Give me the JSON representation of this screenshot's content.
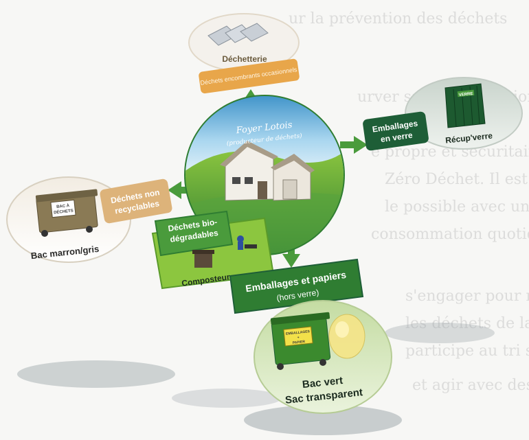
{
  "background_text": [
    "ur la prévention des déchets",
    "urver sa consommation",
    "é propre et sécuritaire grâce à la",
    "Zéro Déchet. Il est possible de",
    "le possible avec un compostage",
    "consommation quotidienne",
    "s'engager pour réduire",
    "les déchets de la maison",
    "participe au tri sélectif",
    "et agir avec des gestes simples"
  ],
  "center": {
    "title": "Foyer Lotois",
    "subtitle": "(producteur de déchets)"
  },
  "top": {
    "bin_label": "Déchetterie",
    "note": "Déchets encombrants occasionnels"
  },
  "glass": {
    "arrow_label_line1": "Emballages",
    "arrow_label_line2": "en verre",
    "container_text": "Récup'verre",
    "bin_sign": "VERRE"
  },
  "nonrecyclable": {
    "arrow_label_line1": "Déchets non",
    "arrow_label_line2": "recyclables",
    "bin_tag_line1": "BAC À",
    "bin_tag_line2": "DÉCHETS",
    "container_text": "Bac marron/gris"
  },
  "compost": {
    "label_line1": "Déchets bio-",
    "label_line2": "dégradables",
    "container_text": "Composteur"
  },
  "packaging": {
    "label_line1": "Emballages et papiers",
    "label_line2": "(hors verre)",
    "bin_tag_line1": "EMBALLAGES",
    "bin_tag_line2": "+",
    "bin_tag_line3": "PAPIER",
    "container_line1": "Bac vert",
    "container_line2": "Sac transparent"
  },
  "colors": {
    "green_dark": "#1e6b3a",
    "green_mid": "#4a9b3c",
    "green_light": "#8cc63f",
    "orange": "#e8a64a",
    "sky": "#6ab7e0"
  }
}
